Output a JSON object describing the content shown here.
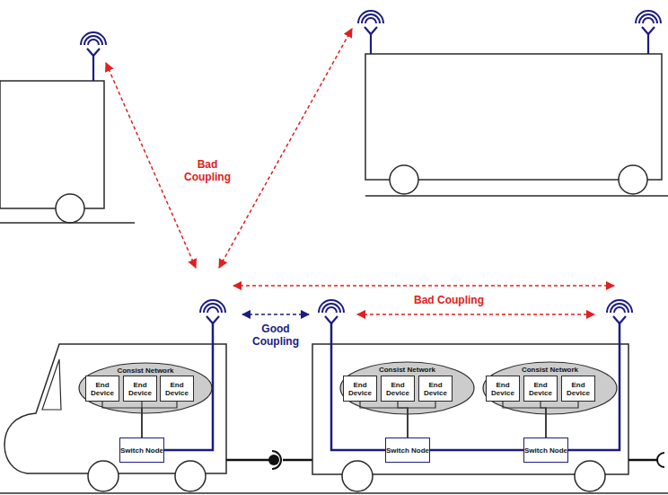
{
  "diagram": {
    "nodes": [
      {
        "text": [
          "Consist Network"
        ]
      },
      {
        "text": [
          "End Device"
        ],
        "in": 0
      },
      {
        "text": [
          "End Device"
        ],
        "in": 0
      },
      {
        "text": [
          "End Device"
        ],
        "in": 0
      },
      {
        "text": [
          "Consist Network"
        ]
      },
      {
        "text": [
          "End Device"
        ],
        "in": 4
      },
      {
        "text": [
          "End Device"
        ],
        "in": 4
      },
      {
        "text": [
          "End Device"
        ],
        "in": 4
      },
      {
        "text": [
          "Consist Network"
        ]
      },
      {
        "text": [
          "End Device"
        ],
        "in": 8
      },
      {
        "text": [
          "End Device"
        ],
        "in": 8
      },
      {
        "text": [
          "End Device"
        ],
        "in": 8
      },
      {
        "text": [
          "Switch Node"
        ]
      },
      {
        "text": [
          "Switch Node"
        ]
      },
      {
        "text": [
          "Switch Node"
        ]
      }
    ],
    "edges": [
      {
        "from": 12,
        "to": 1,
        "arrow": "none"
      },
      {
        "from": 12,
        "to": 2,
        "arrow": "none"
      },
      {
        "from": 12,
        "to": 3,
        "arrow": "none"
      },
      {
        "from": 13,
        "to": 5,
        "arrow": "none"
      },
      {
        "from": 13,
        "to": 6,
        "arrow": "none"
      },
      {
        "from": 13,
        "to": 7,
        "arrow": "none"
      },
      {
        "from": 14,
        "to": 9,
        "arrow": "none"
      },
      {
        "from": 14,
        "to": 10,
        "arrow": "none"
      },
      {
        "from": 14,
        "to": 11,
        "arrow": "none"
      },
      {
        "from": 13,
        "to": 14,
        "arrow": "none"
      }
    ],
    "labels": [
      "Bad Coupling",
      "Good Coupling",
      "Bad Coupling"
    ]
  }
}
